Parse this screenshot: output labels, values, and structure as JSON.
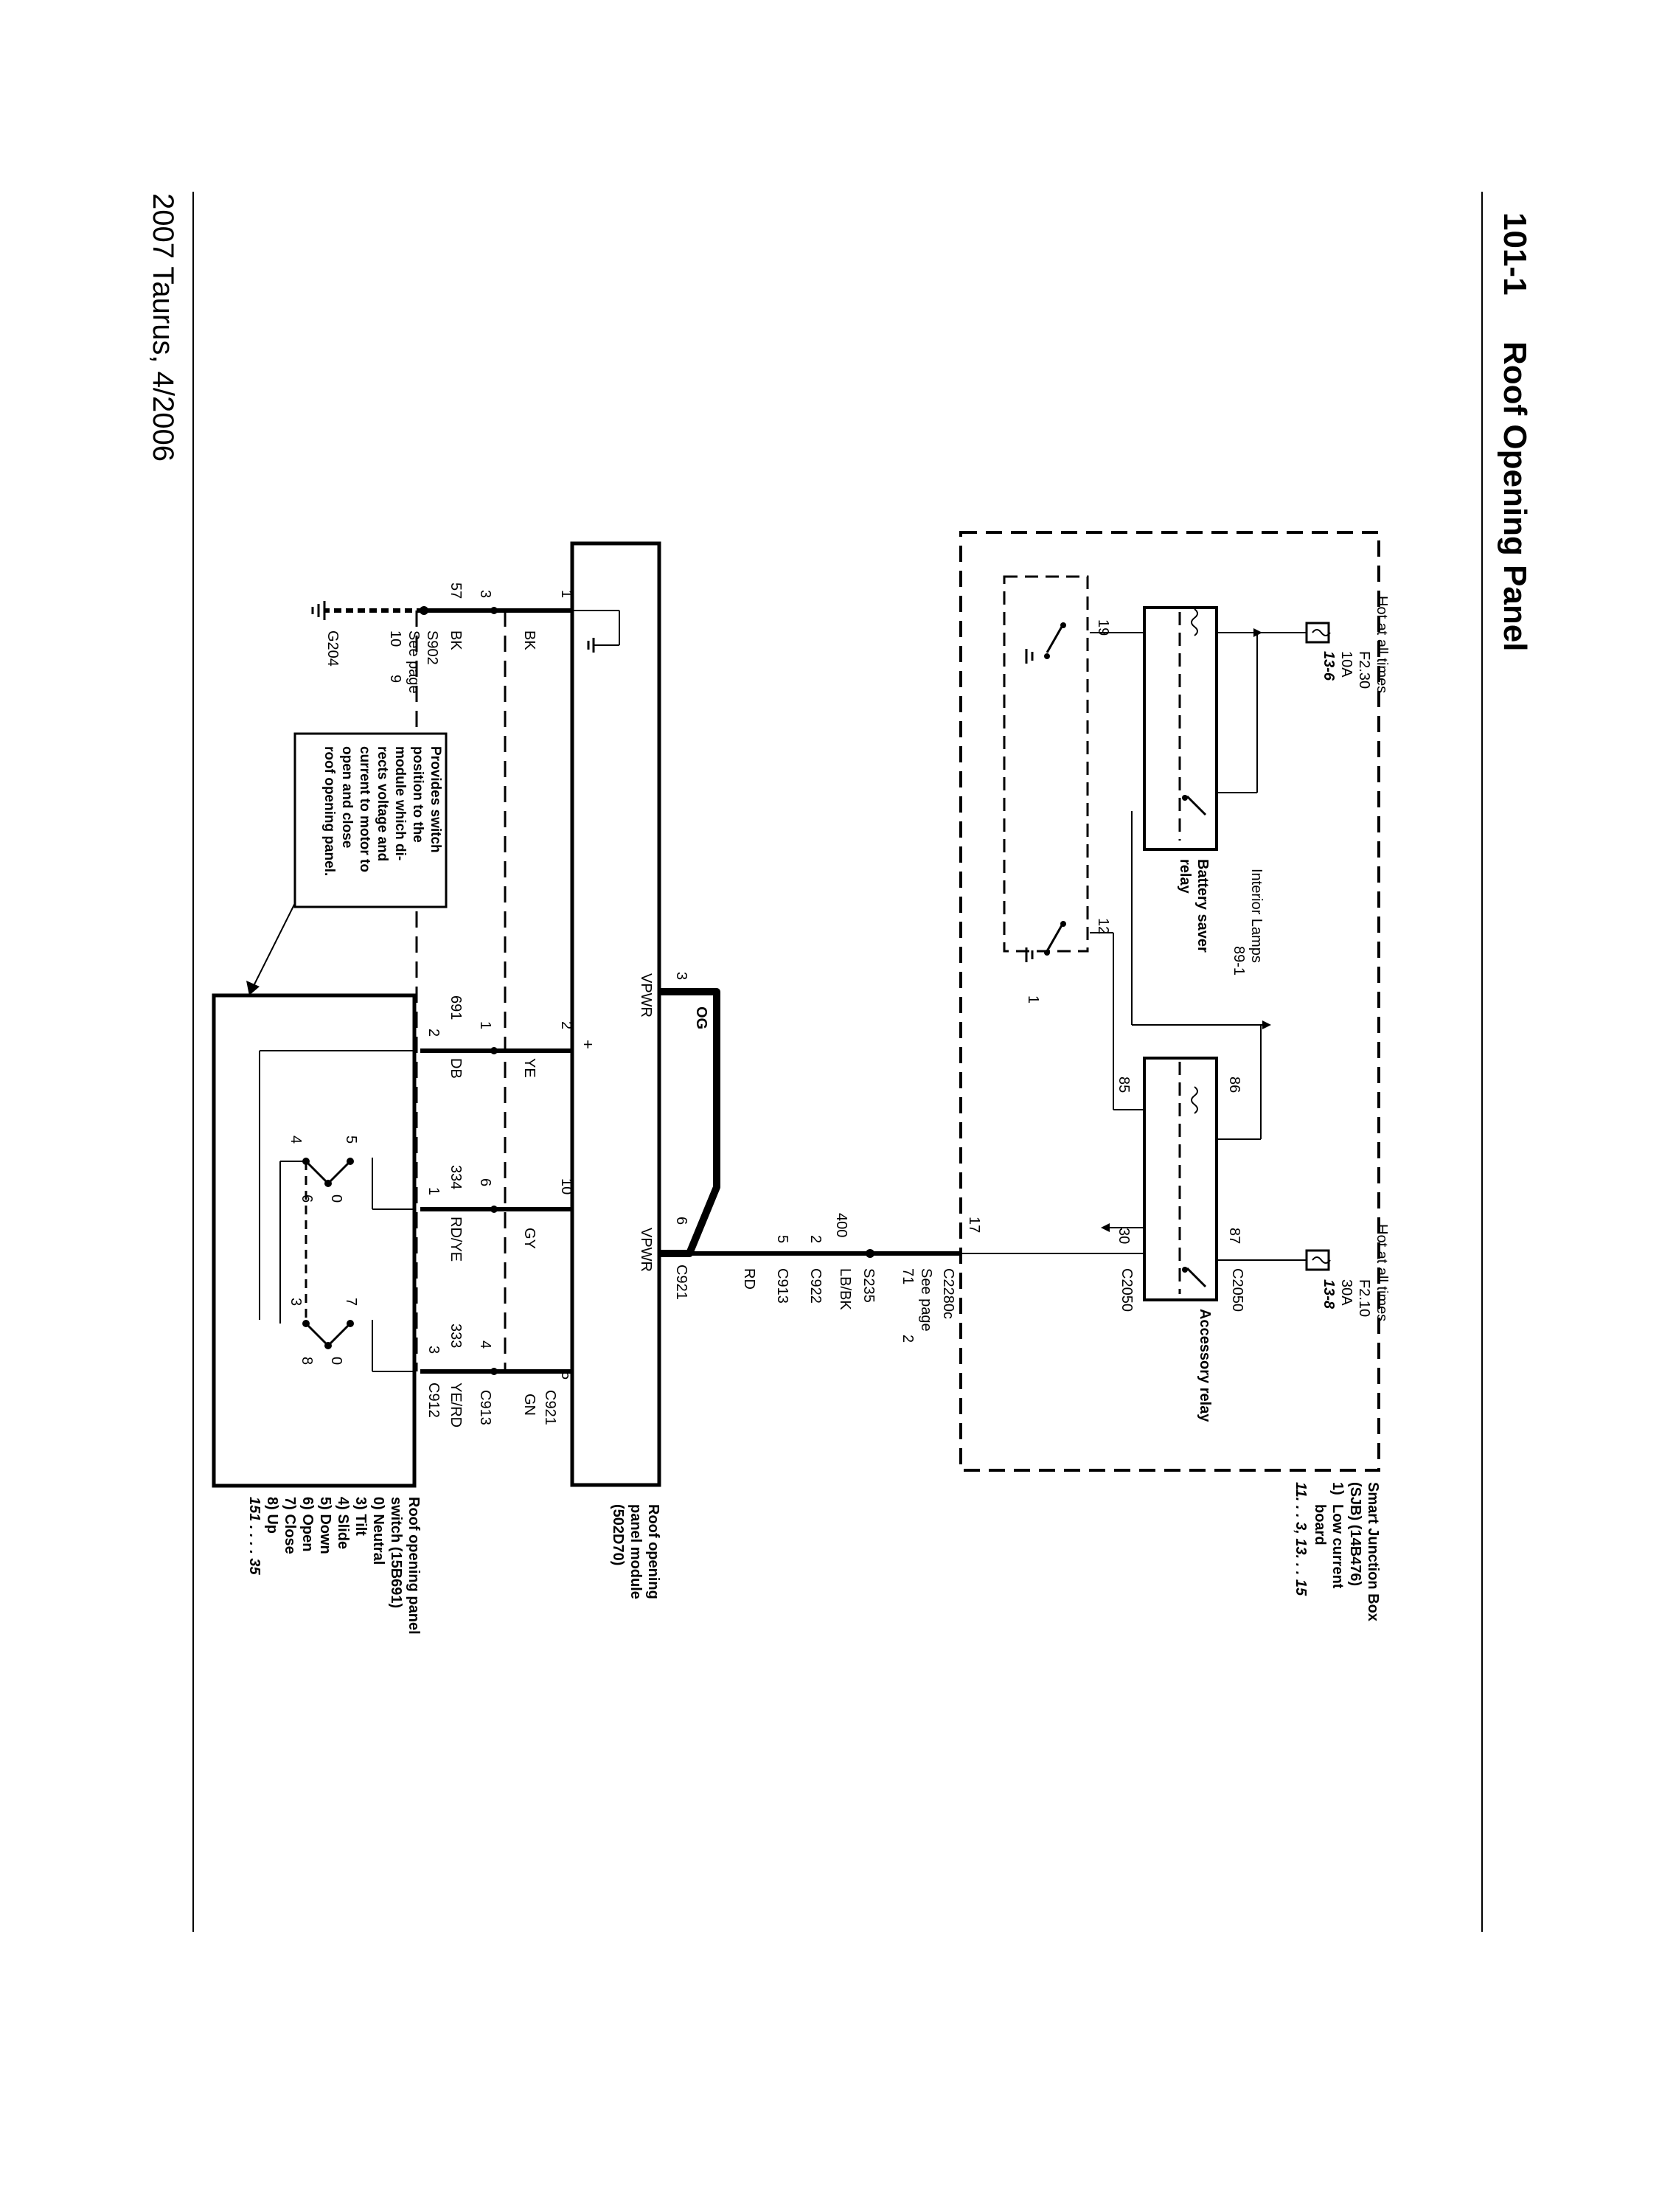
{
  "header": {
    "page_number": "101-1",
    "title": "Roof Opening Panel"
  },
  "footer": {
    "vehicle": "2007 Taurus, 4/2006"
  },
  "sjb": {
    "title": "Smart Junction Box",
    "part": "(SJB) (14B476)",
    "item_1": "1)",
    "item_1_label": "Low current",
    "item_1_label2": "board",
    "pages": "11.  .  .  3, 13.  .  .  15",
    "fuse_left": {
      "hot": "Hot at all times",
      "id": "F2.30",
      "amps": "10A",
      "page": "13-6"
    },
    "fuse_right": {
      "hot": "Hot at all times",
      "id": "F2.10",
      "amps": "30A",
      "page": "13-8"
    },
    "battery_saver_label": "Battery saver",
    "battery_saver_label2": "relay",
    "accessory_relay_label": "Accessory relay",
    "interior_lamps": "Interior Lamps",
    "interior_lamps_page": "89-1",
    "pin_19": "19",
    "pin_12": "12",
    "pin_86": "86",
    "pin_85": "85",
    "pin_87": "87",
    "pin_30": "30",
    "pin_17": "17",
    "c2050_a": "C2050",
    "c2050_b": "C2050",
    "board_ref": "1"
  },
  "harness": {
    "c2280c": "C2280c",
    "see_page": "See page",
    "page_71": "71",
    "page_2": "2",
    "s235": "S235",
    "lbbk": "LB/BK",
    "w400": "400",
    "c922": "C922",
    "pin_2": "2",
    "c913": "C913",
    "pin_5": "5",
    "rd": "RD"
  },
  "module": {
    "name_1": "Roof opening",
    "name_2": "panel module",
    "name_3": "(502D70)",
    "vpwr_a": "VPWR",
    "vpwr_b": "VPWR",
    "plus": "+",
    "pin_3": "3",
    "pin_6": "6",
    "og": "OG",
    "c921": "C921",
    "pin_1": "1",
    "pin_2": "2",
    "pin_10": "10",
    "pin_5": "5",
    "bk": "BK",
    "ye": "YE",
    "gy": "GY",
    "gn": "GN",
    "c921_b": "C921"
  },
  "ground": {
    "pin_3": "3",
    "w57": "57",
    "bk": "BK",
    "s902": "S902",
    "see_page": "See page",
    "p10": "10",
    "p9": "9",
    "g204": "G204"
  },
  "switch_connector": {
    "pin_1": "1",
    "pin_6": "6",
    "pin_4": "4",
    "w691": "691",
    "w334": "334",
    "w333": "333",
    "pin_2": "2",
    "pin_1b": "1",
    "pin_3": "3",
    "db": "DB",
    "rdye": "RD/YE",
    "yerd": "YE/RD",
    "c913": "C913",
    "c912": "C912"
  },
  "switch": {
    "name_1": "Roof opening panel",
    "name_2": "switch (15B691)",
    "positions": [
      "0)  Neutral",
      "3)  Tilt",
      "4)  Slide",
      "5)  Down",
      "6)  Open",
      "7)  Close",
      "8)  Up"
    ],
    "pages": "151  .  .  .  .  35",
    "c5": "5",
    "c0a": "0",
    "c6": "6",
    "c4": "4",
    "c7": "7",
    "c0b": "0",
    "c8": "8",
    "c3": "3"
  },
  "note": {
    "lines": [
      "Provides switch",
      "position to the",
      "module which di-",
      "rects voltage and",
      "current to motor to",
      "open and close",
      "roof opening panel."
    ]
  }
}
